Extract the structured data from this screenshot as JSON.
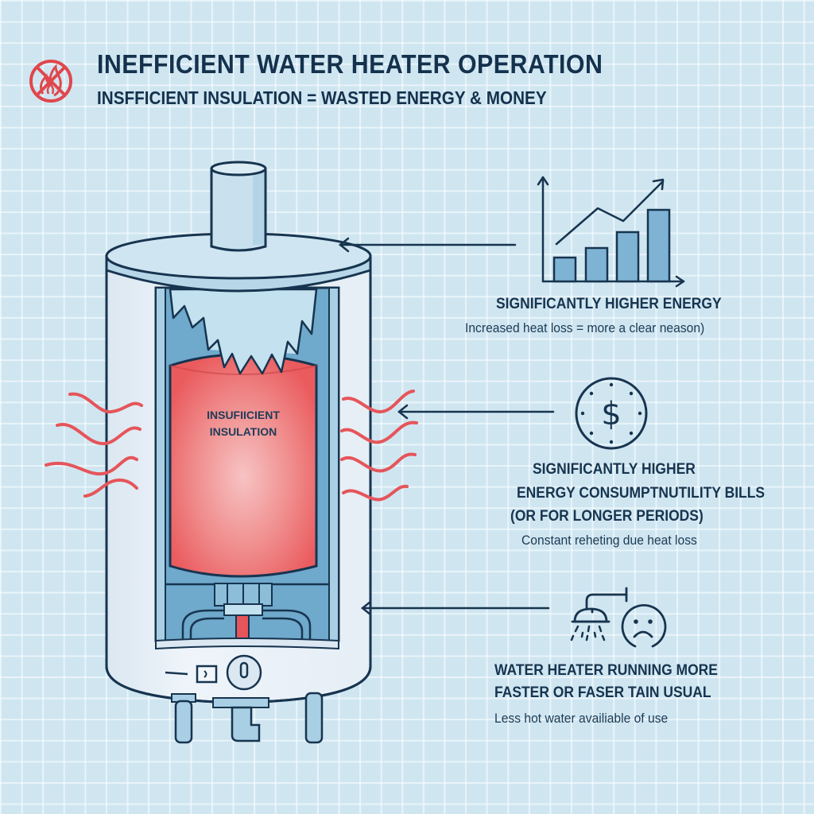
{
  "header": {
    "icon": "no-fire-icon",
    "title": "INEFFICIENT WATER HEATER OPERATION",
    "subtitle": "INSFFICIENT INSULATION = WASTED ENERGY & MONEY"
  },
  "illustration": {
    "tank_label_line1": "INSUFIICIENT",
    "tank_label_line2": "INSULATION",
    "colors": {
      "background": "#cfe6f1",
      "outline": "#17344f",
      "heat": "#e5555a",
      "tank": "#ee5f61",
      "cavity": "#6fa9cc",
      "shell": "#e9f1f8"
    }
  },
  "callouts": [
    {
      "icon": "bar-chart-rising-icon",
      "heading": "SIGNIFICANTLY HIGHER ENERGY",
      "description": "Increased heat loss = more a clear neason)"
    },
    {
      "icon": "dollar-clock-icon",
      "heading_line1": "SIGNIFICANTLY HIGHER",
      "heading_line2": "ENERGY CONSUMPTNUTILITY BILLS",
      "heading_line3": "(OR FOR LONGER PERIODS)",
      "description": "Constant reheting due heat loss"
    },
    {
      "icon": "shower-sad-face-icon",
      "heading_line1": "WATER HEATER RUNNING MORE",
      "heading_line2": "FASTER OR FASER TAIN USUAL",
      "description": "Less hot water availiable of use"
    }
  ]
}
